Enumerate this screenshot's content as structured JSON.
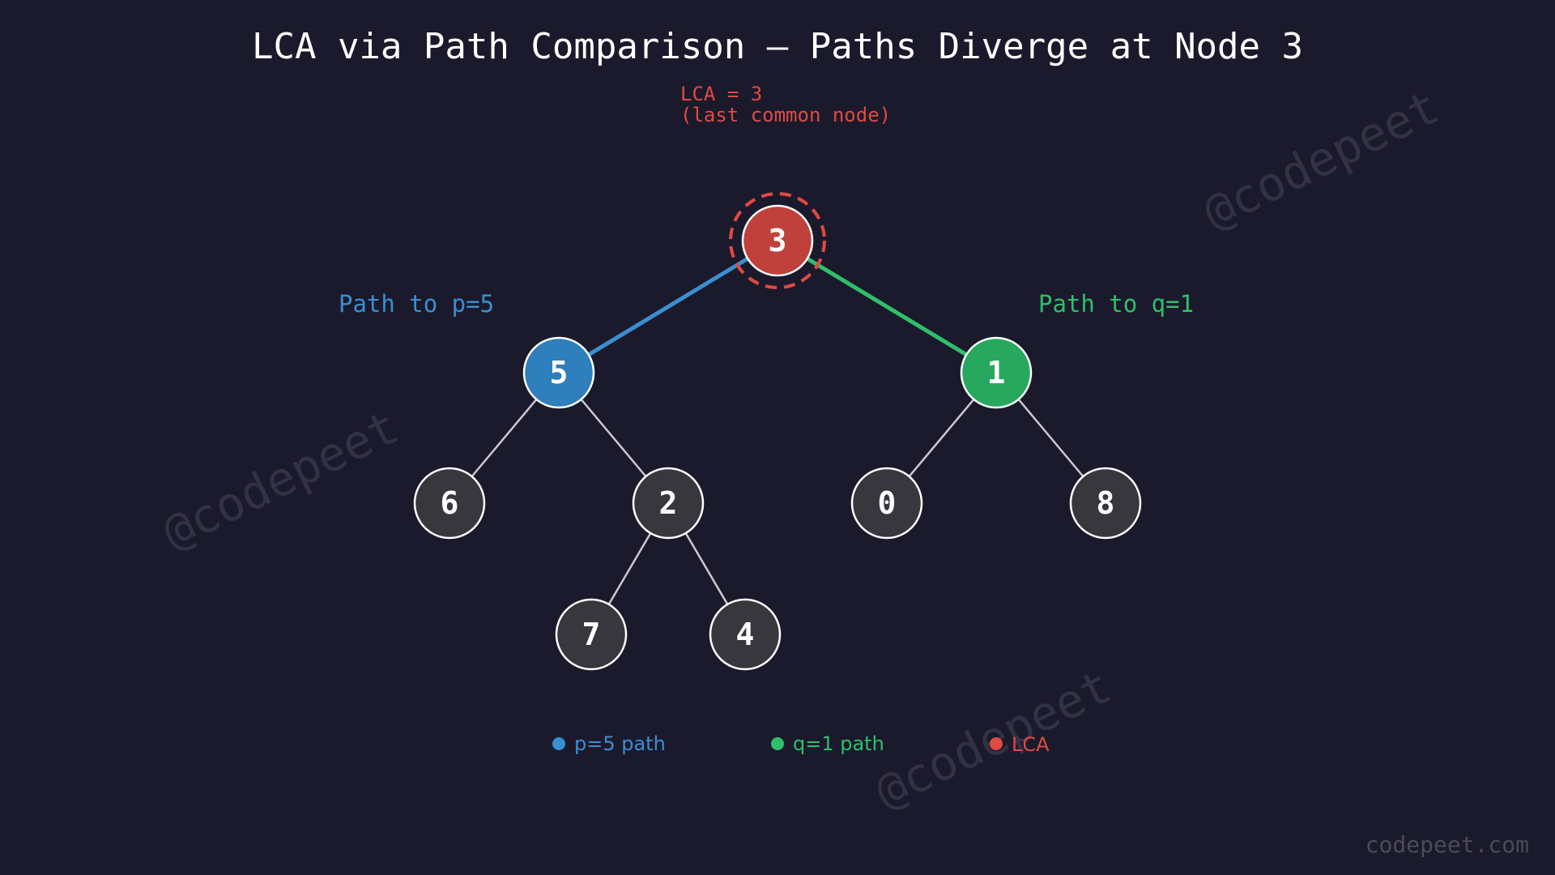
{
  "title": "LCA via Path Comparison — Paths Diverge at Node 3",
  "lca_note": {
    "line1": "LCA = 3",
    "line2": "(last common node)"
  },
  "path_labels": {
    "p": "Path to p=5",
    "q": "Path to q=1"
  },
  "nodes": {
    "n3": "3",
    "n5": "5",
    "n1": "1",
    "n6": "6",
    "n2": "2",
    "n0": "0",
    "n8": "8",
    "n7": "7",
    "n4": "4"
  },
  "legend": {
    "p": "p=5 path",
    "q": "q=1 path",
    "lca": "LCA"
  },
  "watermarks": {
    "mark1": "@codepeet",
    "mark2": "@codepeet",
    "mark3": "@codepeet",
    "site": "codepeet.com"
  },
  "colors": {
    "background": "#1b1a2c",
    "p_path": "#3a8fd0",
    "q_path": "#2fbf6a",
    "lca": "#e04a42",
    "lca_fill": "#c0413b",
    "p_fill": "#2e7fbb",
    "q_fill": "#28a85e",
    "node_fill": "#38373e",
    "edge": "#c9c9cf"
  }
}
